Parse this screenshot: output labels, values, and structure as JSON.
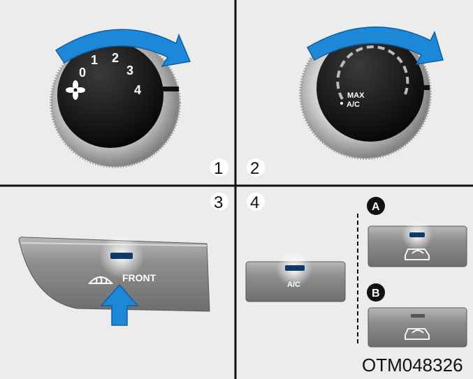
{
  "panels": {
    "p1": {
      "number": "1",
      "dial_labels": [
        "0",
        "1",
        "2",
        "3",
        "4"
      ]
    },
    "p2": {
      "number": "2",
      "max_label": "MAX",
      "ac_label": "A/C"
    },
    "p3": {
      "number": "3",
      "button_label": "FRONT"
    },
    "p4": {
      "number": "4",
      "ac_label": "A/C",
      "callout_a": "A",
      "callout_b": "B"
    }
  },
  "figure_code": "OTM048326",
  "colors": {
    "arrow": "#1e88d8",
    "indicator": "#0d3a66",
    "panel_bg": "#ececec",
    "button": "#8f8f8f"
  }
}
